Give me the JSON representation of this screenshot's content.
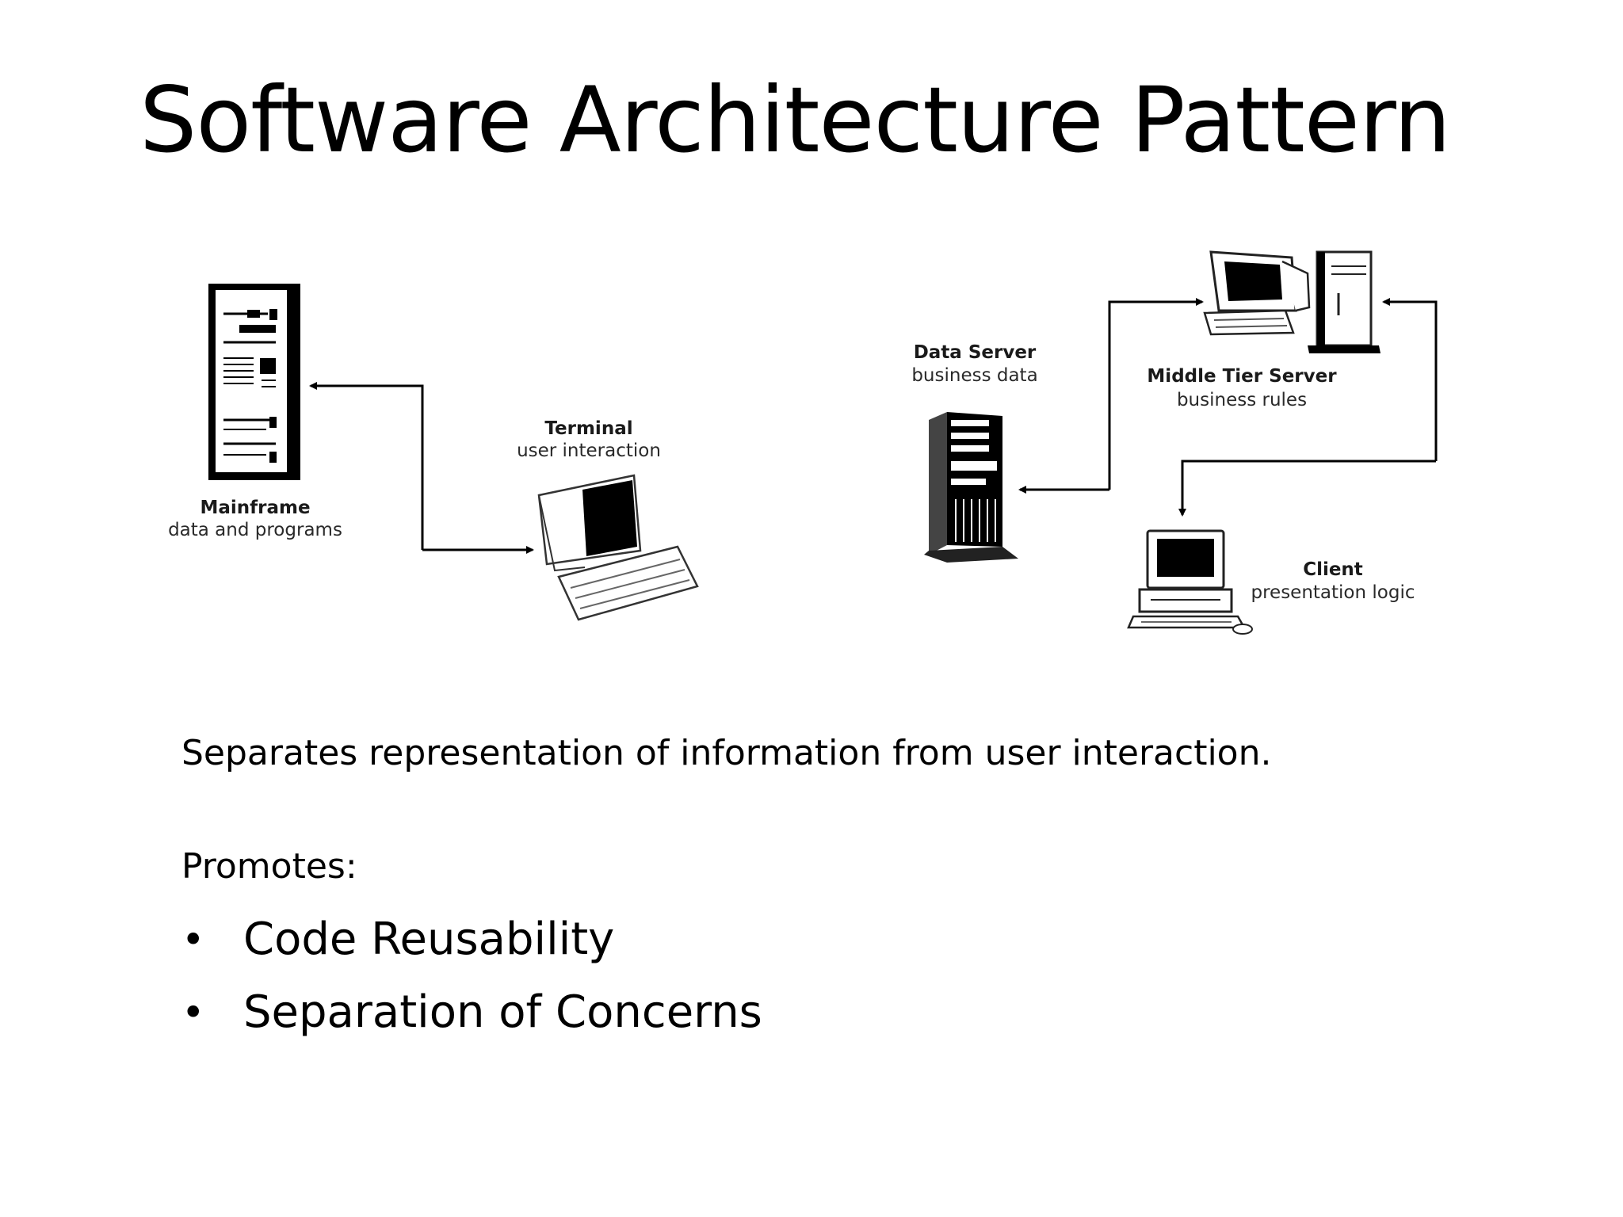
{
  "slide": {
    "title": "Software Architecture Pattern",
    "description": "Separates representation of information from user interaction.",
    "promotes_label": "Promotes:",
    "bullets": [
      "Code Reusability",
      "Separation of Concerns"
    ],
    "bullet_symbol": "•"
  },
  "diagram": {
    "left": {
      "mainframe": {
        "title": "Mainframe",
        "subtitle": "data and programs",
        "icon": "mainframe-tower-icon"
      },
      "terminal": {
        "title": "Terminal",
        "subtitle": "user interaction",
        "icon": "terminal-computer-icon"
      }
    },
    "right": {
      "data_server": {
        "title": "Data Server",
        "subtitle": "business data",
        "icon": "server-tower-icon"
      },
      "middle_tier": {
        "title": "Middle Tier Server",
        "subtitle": "business rules",
        "icon": "workstation-icon"
      },
      "client": {
        "title": "Client",
        "subtitle": "presentation logic",
        "icon": "desktop-computer-icon"
      }
    }
  }
}
